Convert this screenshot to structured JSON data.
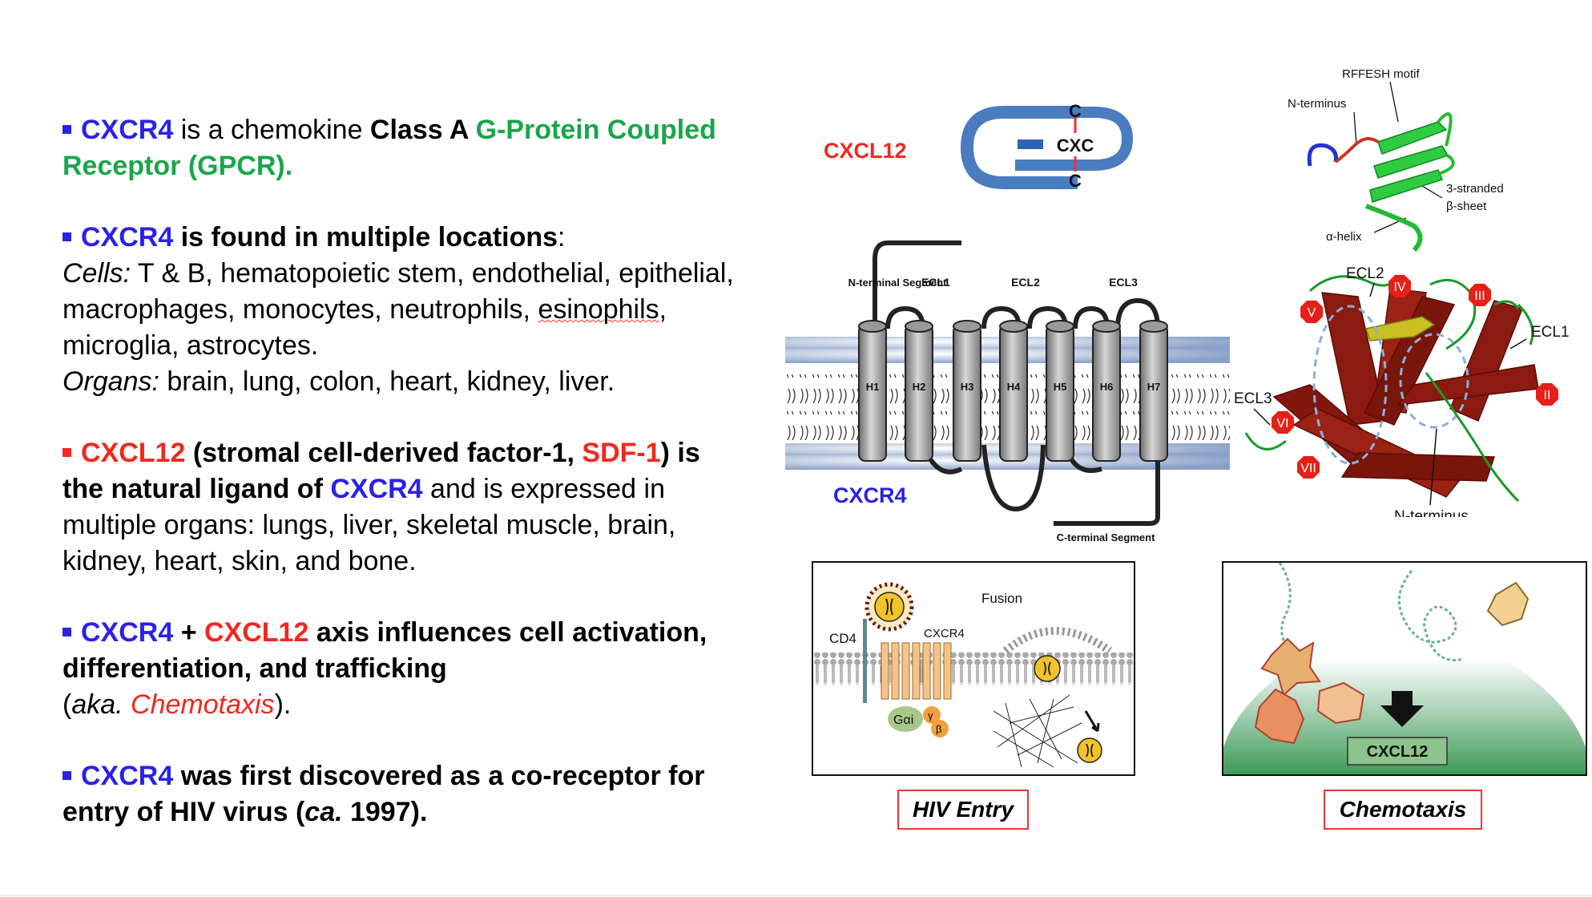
{
  "bullet1": {
    "cxcr4": "CXCR4",
    "t1": " is a chemokine ",
    "t2": "Class A ",
    "t3": "G-Protein Coupled Receptor (GPCR)."
  },
  "bullet2": {
    "cxcr4": "CXCR4",
    "t1": " is found in multiple locations",
    "t2": ":",
    "cells_label": "Cells:",
    "cells_text": " T & B, hematopoietic stem, endothelial, epithelial, macrophages, monocytes, neutrophils, ",
    "esinophils": "esinophils",
    "cells_end": ", microglia, astrocytes.",
    "organs_label": "Organs:",
    "organs_text": " brain, lung, colon, heart, kidney, liver."
  },
  "bullet3": {
    "cxcl12": "CXCL12",
    "t1": " (stromal cell-derived factor-1, ",
    "sdf": "SDF-1",
    "t2": ") is the natural ligand of ",
    "cxcr4": "CXCR4",
    "t3": " and is expressed in multiple organs: lungs, liver, skeletal muscle, brain, kidney, heart, skin, and bone."
  },
  "bullet4": {
    "cxcr4": "CXCR4",
    "plus": " + ",
    "cxcl12": "CXCL12",
    "t1": " axis influences cell activation, differentiation, and trafficking",
    "open": "(",
    "aka": "aka.",
    "sp": " ",
    "chemo": "Chemotaxis",
    "close": ")."
  },
  "bullet5": {
    "cxcr4": "CXCR4",
    "t1": " was first discovered as a co-receptor for entry of HIV virus (",
    "ca": "ca.",
    "t2": " 1997)."
  },
  "figure": {
    "cxcl12_label": "CXCL12",
    "cxcr4_label": "CXCR4",
    "cxc_c_top": "C",
    "cxc_mid": "CXC",
    "cxc_c_bottom": "C",
    "n_terminal_segment": "N-terminal Segment",
    "c_terminal_segment": "C-terminal Segment",
    "ecl_labels": [
      "ECL1",
      "ECL2",
      "ECL3"
    ],
    "helix_labels": [
      "H1",
      "H2",
      "H3",
      "H4",
      "H5",
      "H6",
      "H7"
    ],
    "ligand_structure": {
      "rffesh": "RFFESH motif",
      "n_terminus": "N-terminus",
      "sheet1": "3-stranded",
      "sheet2": "β-sheet",
      "helix": "α-helix"
    },
    "receptor_structure": {
      "ecl2": "ECL2",
      "ecl1": "ECL1",
      "ecl3": "ECL3",
      "n_terminus": "N-terminus",
      "tm_labels": [
        "IV",
        "III",
        "V",
        "II",
        "VI",
        "VII"
      ]
    },
    "hiv_panel": {
      "fusion": "Fusion",
      "cd4": "CD4",
      "cxcr4": "CXCR4",
      "gai": "Gαi",
      "gamma": "γ",
      "beta": "β",
      "caption": "HIV Entry"
    },
    "chemotaxis_panel": {
      "cxcl12": "CXCL12",
      "caption": "Chemotaxis"
    }
  },
  "colors": {
    "blue": "#2a22e6",
    "red": "#f0281e",
    "green": "#19a64a",
    "receptor_red": "#8b1a10"
  }
}
